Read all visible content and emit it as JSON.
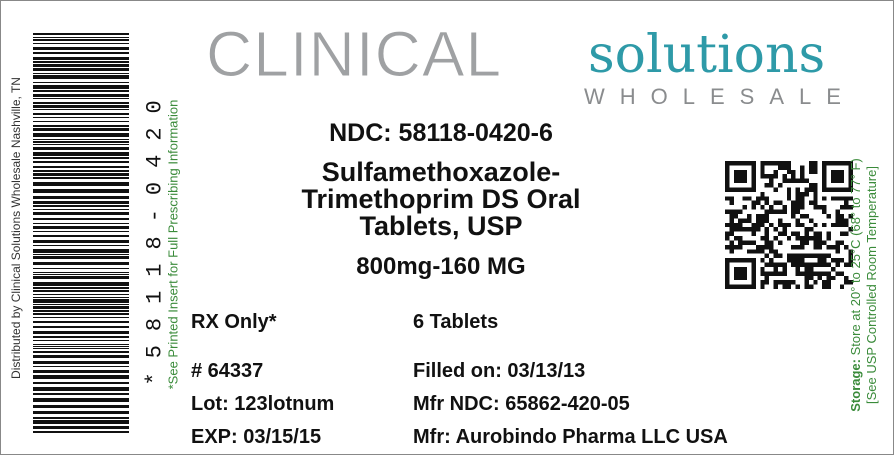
{
  "side_left": {
    "distributed_by": "Distributed by Clinical Solutions Wholesale Nashville, TN",
    "barcode_digits": "*58118-0420",
    "insert_note": "*See Printed Insert for Full Prescribing Information"
  },
  "side_right": {
    "storage_label": "Storage:",
    "storage_text": "Store at 20° to 25°C (68° to 77° F)",
    "storage_note": "[See USP Controlled Room Temperature]"
  },
  "logo": {
    "clinical": "CLINICAL",
    "solutions": "solutions",
    "wholesale": "WHOLESALE"
  },
  "product": {
    "ndc": "NDC: 58118-0420-6",
    "name_line1": "Sulfamethoxazole-",
    "name_line2": "Trimethoprim DS Oral",
    "name_line3": "Tablets, USP",
    "strength": "800mg-160 MG"
  },
  "details": {
    "rx_only": "RX Only*",
    "quantity": "6 Tablets",
    "rx_number": "# 64337",
    "filled_on": "Filled on: 03/13/13",
    "lot": "Lot: 123lotnum",
    "mfr_ndc": "Mfr NDC: 65862-420-05",
    "exp": "EXP: 03/15/15",
    "mfr": "Mfr: Aurobindo Pharma LLC USA"
  },
  "colors": {
    "logo_gray": "#9fa1a3",
    "logo_teal": "#2e9aa8",
    "note_green": "#3a8b3a"
  }
}
